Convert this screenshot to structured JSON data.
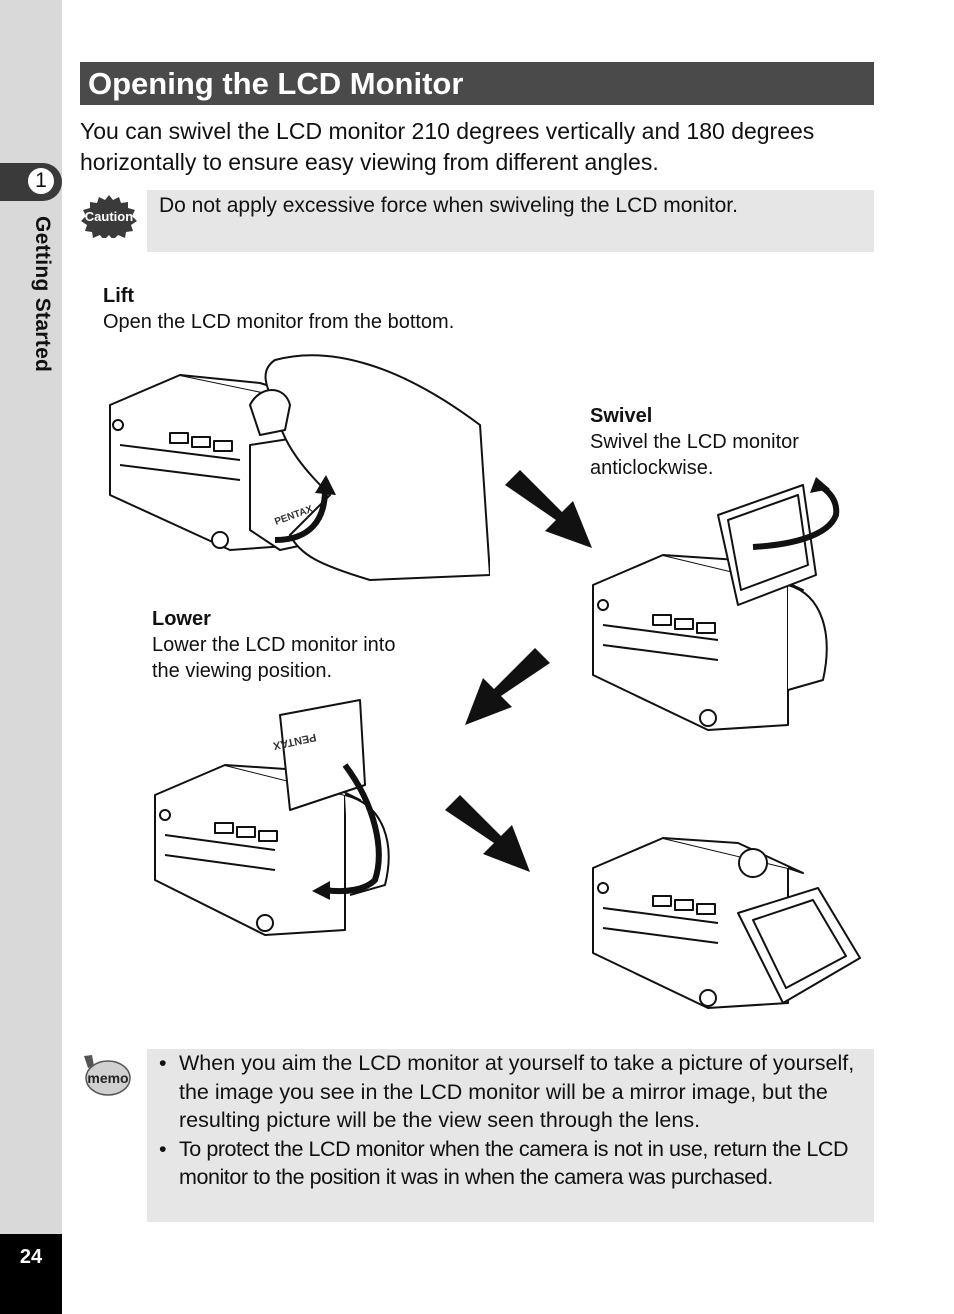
{
  "sidebar": {
    "chapter_number": "1",
    "chapter_title": "Getting Started",
    "page_number": "24"
  },
  "section": {
    "title": "Opening the LCD Monitor",
    "intro": "You can swivel the LCD monitor 210 degrees vertically and 180 degrees horizontally to ensure easy viewing from different angles."
  },
  "caution": {
    "icon": "caution-icon",
    "icon_text": "Caution",
    "text": "Do not apply excessive force when swiveling the LCD monitor."
  },
  "steps": {
    "lift": {
      "title": "Lift",
      "desc": "Open the LCD monitor from the bottom."
    },
    "swivel": {
      "title": "Swivel",
      "desc_line1": "Swivel the LCD monitor",
      "desc_line2": "anticlockwise."
    },
    "lower": {
      "title": "Lower",
      "desc_line1": "Lower the LCD monitor into",
      "desc_line2": "the viewing position."
    }
  },
  "illustration_labels": {
    "brand": "PENTAX"
  },
  "memo": {
    "icon": "memo-icon",
    "icon_text": "memo",
    "items": [
      "When you aim the LCD monitor at yourself to take a picture of yourself, the image you see in the LCD monitor will be a mirror image, but the resulting picture will be the view seen through the lens.",
      "To protect the LCD monitor when the camera is not in use, return the LCD monitor to the position it was in when the camera was purchased."
    ]
  },
  "colors": {
    "title_bar": "#4a4a4a",
    "sidebar": "#d9d9d9",
    "note_box": "#e6e6e6",
    "page_number_bg": "#000000"
  }
}
